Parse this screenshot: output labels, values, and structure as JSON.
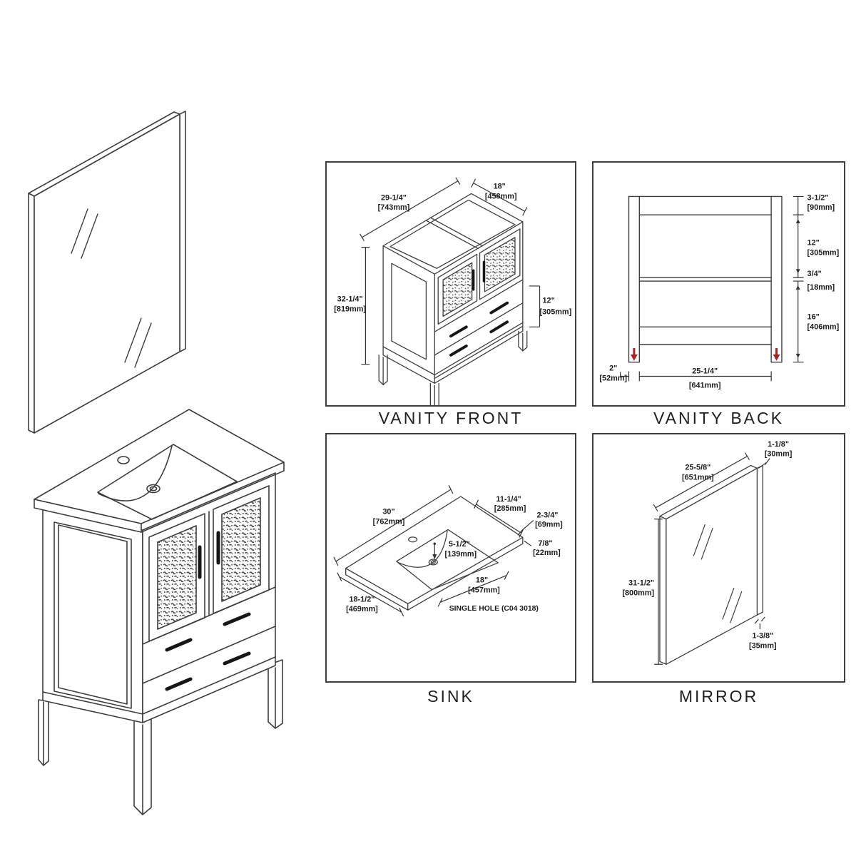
{
  "colors": {
    "line": "#3d3d3d",
    "text": "#1c1c1c",
    "accent_red": "#a92026",
    "background": "#ffffff",
    "panel_border": "#3f3f3f"
  },
  "panels": {
    "vanity_front": {
      "title": "VANITY FRONT",
      "width_in": "29-1/4\"",
      "width_mm": "[743mm]",
      "depth_in": "18\"",
      "depth_mm": "[458mm]",
      "height_in": "32-1/4\"",
      "height_mm": "[819mm]",
      "drawer_in": "12\"",
      "drawer_mm": "[305mm]"
    },
    "vanity_back": {
      "title": "VANITY BACK",
      "top_rail_in": "3-1/2\"",
      "top_rail_mm": "[90mm]",
      "upper_in": "12\"",
      "upper_mm": "[305mm]",
      "shelf_in": "3/4\"",
      "shelf_mm": "[18mm]",
      "lower_in": "16\"",
      "lower_mm": "[406mm]",
      "leg_in": "2\"",
      "leg_mm": "[52mm]",
      "span_in": "25-1/4\"",
      "span_mm": "[641mm]"
    },
    "sink": {
      "title": "SINK",
      "width_in": "30\"",
      "width_mm": "[762mm]",
      "basin_depth_in": "11-1/4\"",
      "basin_depth_mm": "[285mm]",
      "edge_in": "2-3/4\"",
      "edge_mm": "[69mm]",
      "thickness_in": "7/8\"",
      "thickness_mm": "[22mm]",
      "faucet_in": "5-1/2\"",
      "faucet_mm": "[139mm]",
      "basin_width_in": "18\"",
      "basin_width_mm": "[457mm]",
      "depth_in": "18-1/2\"",
      "depth_mm": "[469mm]",
      "note": "SINGLE HOLE (C04 3018)"
    },
    "mirror": {
      "title": "MIRROR",
      "width_in": "25-5/8\"",
      "width_mm": "[651mm]",
      "thickness_in": "1-1/8\"",
      "thickness_mm": "[30mm]",
      "height_in": "31-1/2\"",
      "height_mm": "[800mm]",
      "frame_in": "1-3/8\"",
      "frame_mm": "[35mm]"
    }
  }
}
